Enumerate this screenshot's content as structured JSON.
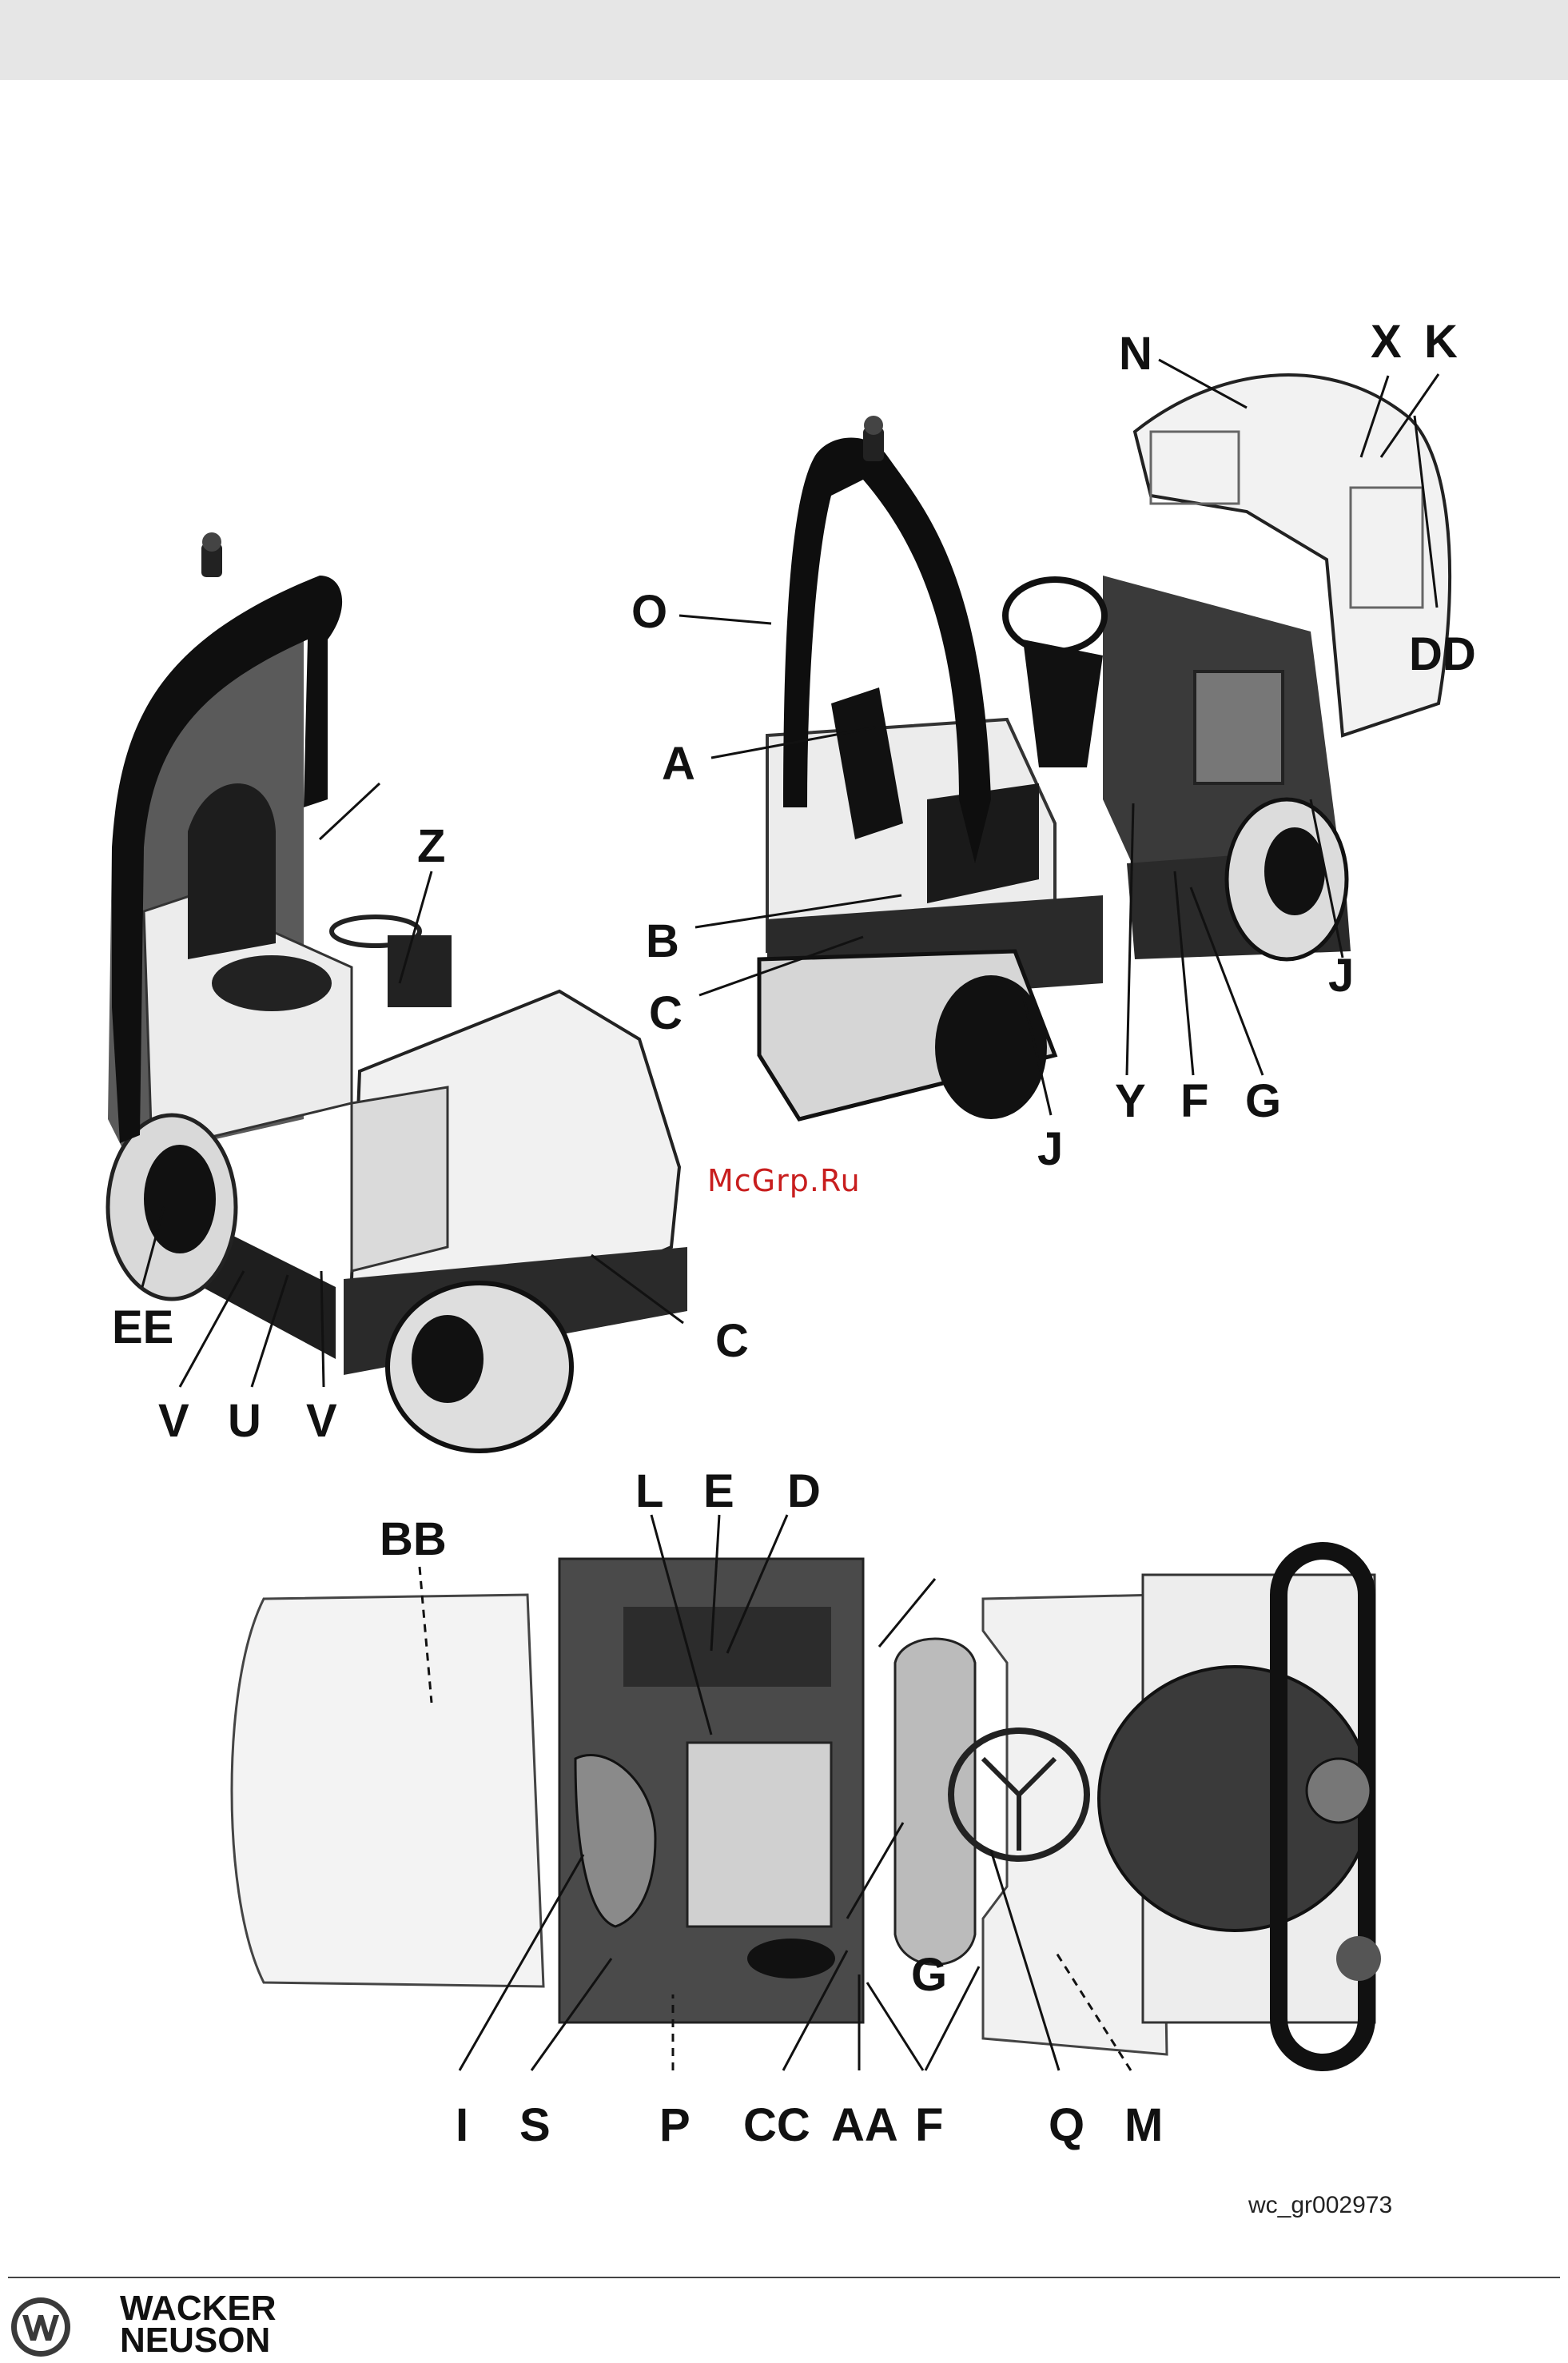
{
  "watermark": "McGrp.Ru",
  "figure_id": "wc_gr002973",
  "brand": {
    "line1": "WACKER",
    "line2": "NEUSON"
  },
  "labels": {
    "N": "N",
    "X": "X",
    "K": "K",
    "O": "O",
    "DD": "DD",
    "A": "A",
    "B": "B",
    "C": "C",
    "J": "J",
    "Y": "Y",
    "F": "F",
    "G": "G",
    "Z": "Z",
    "EE": "EE",
    "V": "V",
    "U": "U",
    "BB": "BB",
    "L": "L",
    "E": "E",
    "D": "D",
    "I": "I",
    "S": "S",
    "P": "P",
    "CC": "CC",
    "AA": "AA",
    "Q": "Q",
    "M": "M"
  }
}
